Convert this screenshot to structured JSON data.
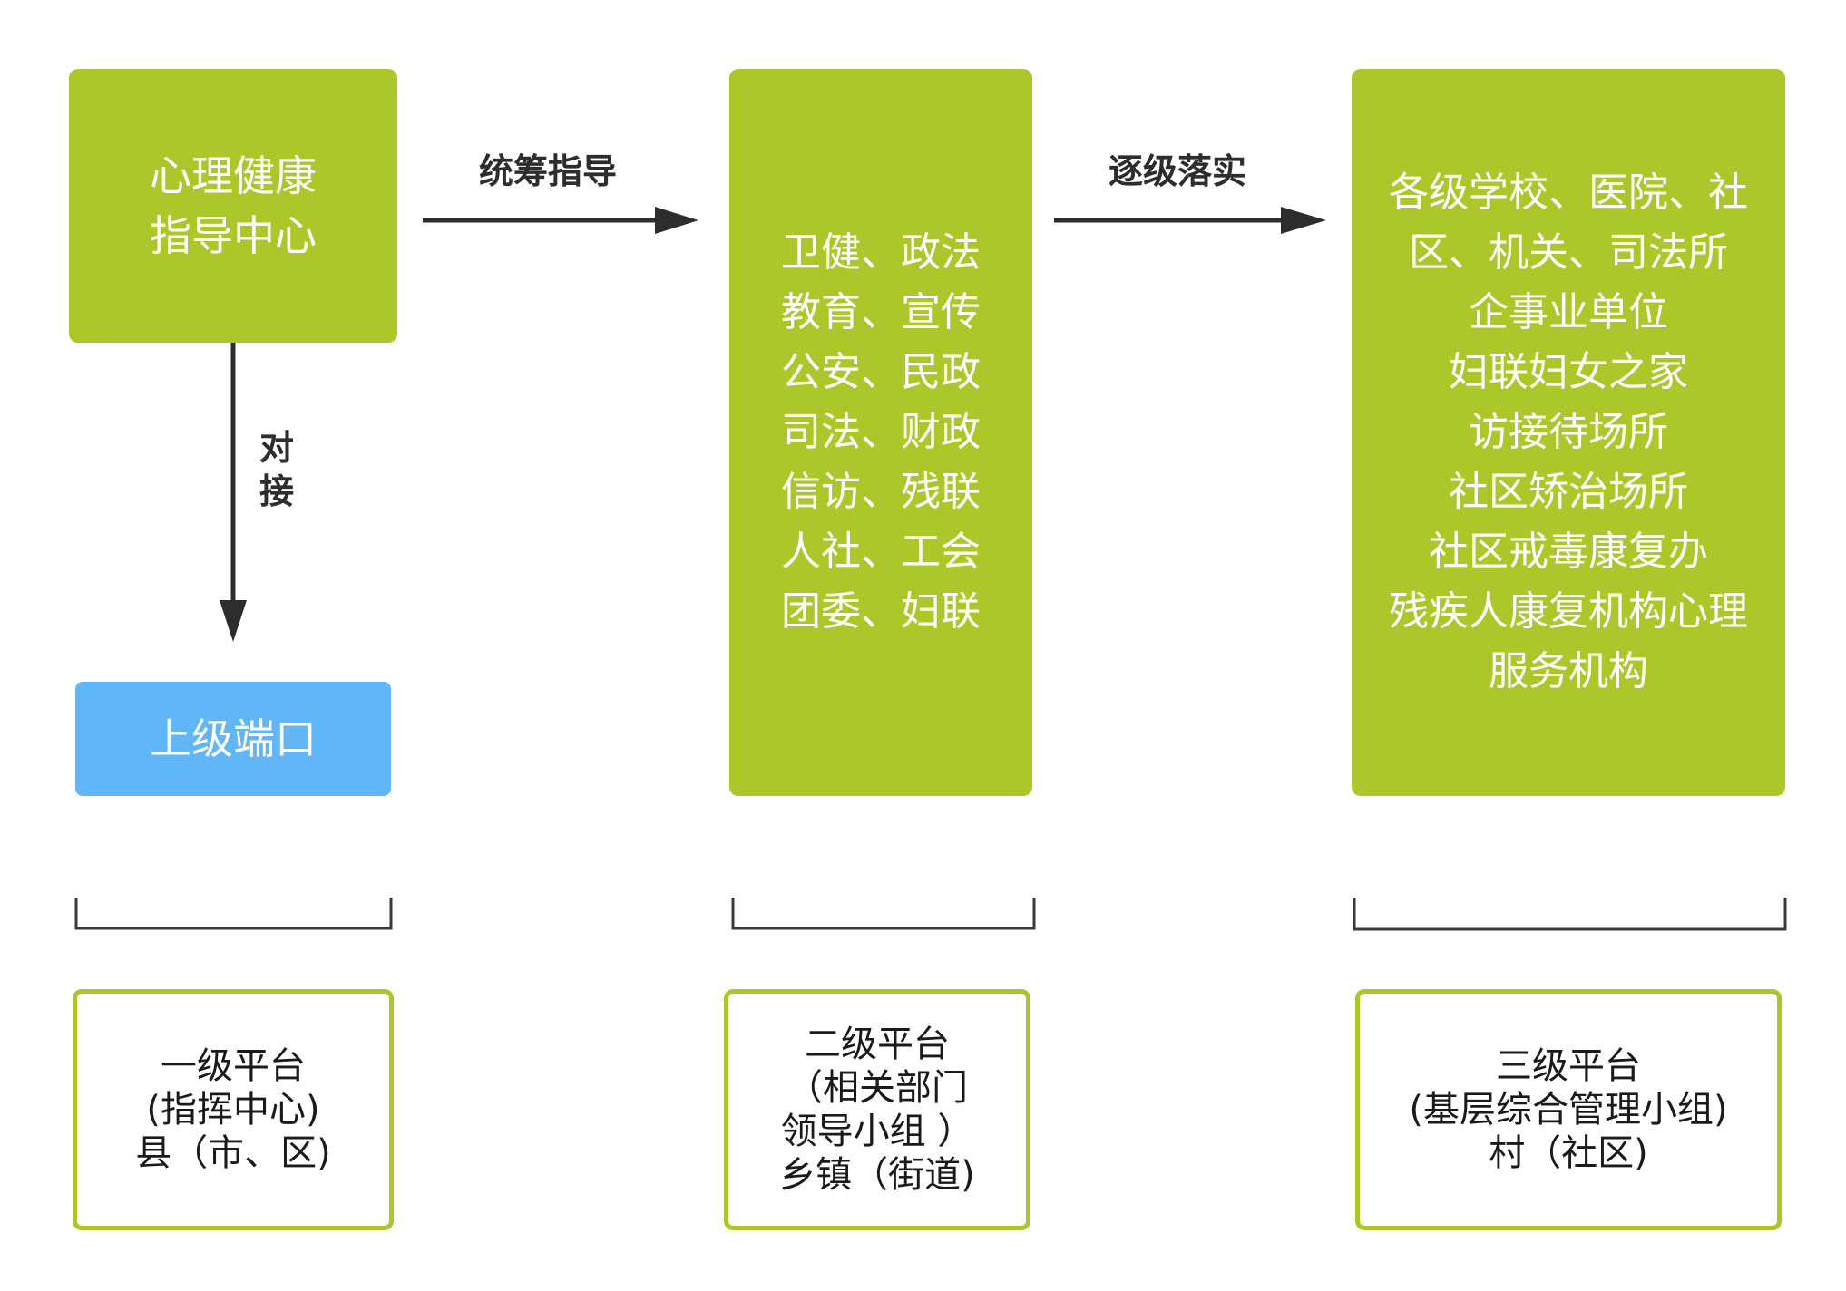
{
  "level1": {
    "center_box": {
      "lines": [
        "心理健康",
        "指导中心"
      ]
    },
    "upper_box": {
      "label": "上级端口"
    },
    "connect_label": [
      "对",
      "接"
    ],
    "platform_box": {
      "lines": [
        "一级平台",
        "(指挥中心)",
        "县（市、区)"
      ]
    }
  },
  "edges": {
    "coordinate_label": "统筹指导",
    "implement_label": "逐级落实"
  },
  "level2": {
    "departments_box": {
      "lines": [
        "卫健、政法",
        "教育、宣传",
        "公安、民政",
        "司法、财政",
        "信访、残联",
        "人社、工会",
        "团委、妇联"
      ]
    },
    "platform_box": {
      "lines": [
        "二级平台",
        "（相关部门",
        "领导小组  ）",
        "乡镇（街道)"
      ]
    }
  },
  "level3": {
    "units_box": {
      "lines": [
        "各级学校、医院、社",
        "区、机关、司法所",
        "企事业单位",
        "妇联妇女之家",
        "访接待场所",
        "社区矫治场所",
        "社区戒毒康复办",
        "残疾人康复机构心理",
        "服务机构"
      ]
    },
    "platform_box": {
      "lines": [
        "三级平台",
        "(基层综合管理小组)",
        "村（社区)"
      ]
    }
  },
  "colors": {
    "green": "#abc72a",
    "blue": "#61b6f7",
    "arrow": "#2d2d2d"
  }
}
